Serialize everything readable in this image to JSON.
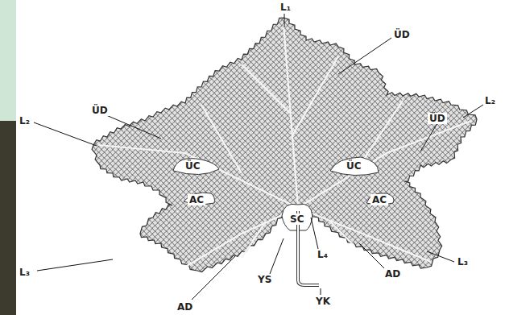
{
  "diagram": {
    "labels": [
      "L₁",
      "ÜD",
      "ÜD",
      "L₂",
      "ÜC",
      "ÜC",
      "ÜD",
      "L₂",
      "AC",
      "SC",
      "AC",
      "L₃",
      "L₄",
      "L₃",
      "AD",
      "YS",
      "AD",
      "YK"
    ]
  }
}
